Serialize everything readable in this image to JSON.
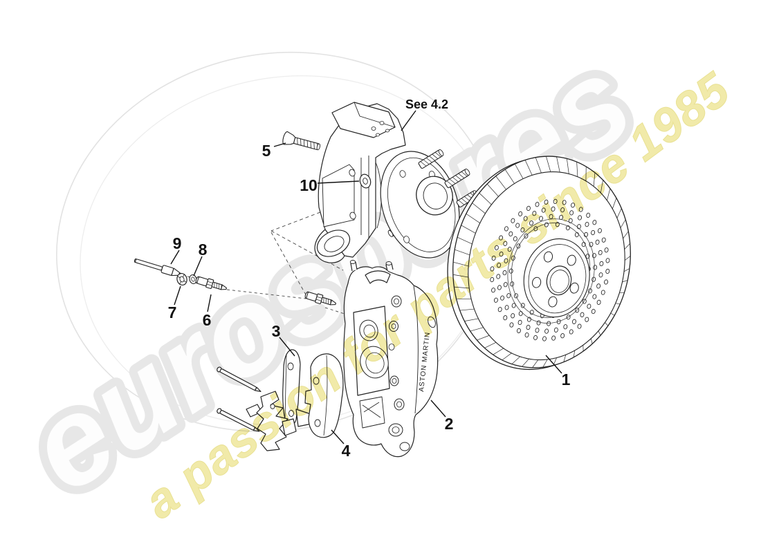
{
  "diagram": {
    "see_note": "See 4.2",
    "caliper_brand": "ASTON MARTIN",
    "watermark": {
      "word": "eurospares",
      "tagline": "a passion for parts since 1985"
    },
    "colors": {
      "line": "#222222",
      "watermark_gray": "#e7e7e7",
      "watermark_yellow": "#efe79a",
      "background": "#ffffff"
    },
    "parts": [
      {
        "number": "1"
      },
      {
        "number": "2"
      },
      {
        "number": "3"
      },
      {
        "number": "4"
      },
      {
        "number": "5"
      },
      {
        "number": "6"
      },
      {
        "number": "7"
      },
      {
        "number": "8"
      },
      {
        "number": "9"
      },
      {
        "number": "10"
      }
    ]
  }
}
